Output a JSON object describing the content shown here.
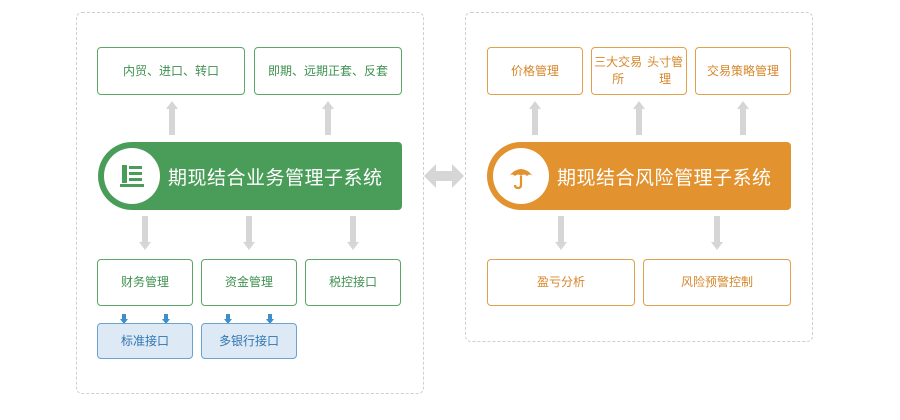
{
  "left": {
    "title": "期现结合业务管理子系统",
    "top_boxes": [
      {
        "lines": [
          "内贸、进口、转口"
        ]
      },
      {
        "lines": [
          "即期、远期",
          "正套、反套"
        ]
      }
    ],
    "bottom_boxes": [
      "财务管理",
      "资金管理",
      "税控接口"
    ],
    "sub_boxes": [
      "标准接口",
      "多银行接口"
    ],
    "icon": "document-stack-icon"
  },
  "right": {
    "title": "期现结合风险管理子系统",
    "top_boxes": [
      {
        "lines": [
          "价格管理"
        ]
      },
      {
        "lines": [
          "三大交易所",
          "头寸管理"
        ]
      },
      {
        "lines": [
          "交易策略管理"
        ]
      }
    ],
    "bottom_boxes": [
      "盈亏分析",
      "风险预警控制"
    ],
    "icon": "umbrella-icon"
  },
  "colors": {
    "green": "#4a9d59",
    "orange": "#e2922e",
    "blue": "#3d8fcc",
    "arrow_gray": "#d6d6d6"
  }
}
